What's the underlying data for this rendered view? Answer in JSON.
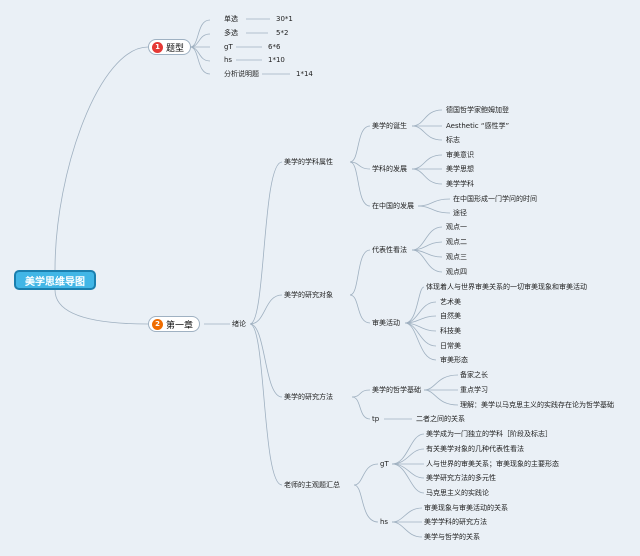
{
  "root": "美学思维导图",
  "branches": {
    "b1": {
      "num": "1",
      "label": "题型",
      "color": "#e53935"
    },
    "b2": {
      "num": "2",
      "label": "第一章",
      "color": "#ef6c00"
    }
  },
  "types": [
    {
      "label": "单选",
      "value": "30*1"
    },
    {
      "label": "多选",
      "value": "5*2"
    },
    {
      "label": "gT",
      "value": "6*6"
    },
    {
      "label": "hs",
      "value": "1*10"
    },
    {
      "label": "分析说明题",
      "value": "1*14"
    }
  ],
  "ch1": {
    "label": "绪论",
    "s1": {
      "label": "美学的学科属性",
      "birth": {
        "label": "美学的诞生",
        "items": [
          "德国哲学家鲍姆加登",
          "Aesthetic “感性学”",
          "标志"
        ]
      },
      "dev": {
        "label": "学科的发展",
        "items": [
          "审美意识",
          "美学思想",
          "美学学科"
        ]
      },
      "china": {
        "label": "在中国的发展",
        "items": [
          "在中国形成一门学问的时间",
          "途径"
        ]
      }
    },
    "s2": {
      "label": "美学的研究对象",
      "views": {
        "label": "代表性看法",
        "items": [
          "观点一",
          "观点二",
          "观点三",
          "观点四"
        ]
      },
      "act": {
        "label": "审美活动",
        "items": [
          "体现着人与世界审美关系的一切审美现象和审美活动",
          "艺术美",
          "自然美",
          "科技美",
          "日常美",
          "审美形态"
        ]
      }
    },
    "s3": {
      "label": "美学的研究方法",
      "base": {
        "label": "美学的哲学基础",
        "items": [
          "备家之长",
          "重点学习",
          "理解：美学以马克思主义的实践存在论为哲学基础"
        ]
      },
      "tp": {
        "label": "tp",
        "items": [
          "二者之间的关系"
        ]
      }
    },
    "s4": {
      "label": "老师的主观题汇总",
      "gt": {
        "label": "gT",
        "items": [
          "美学成为一门独立的学科［阶段及标志］",
          "有关美学对象的几种代表性看法",
          "人与世界的审美关系；审美现象的主要形态",
          "美学研究方法的多元性",
          "马克思主义的实践论"
        ]
      },
      "hs": {
        "label": "hs",
        "items": [
          "审美现象与审美活动的关系",
          "美学学科的研究方法",
          "美学与哲学的关系"
        ]
      }
    }
  }
}
